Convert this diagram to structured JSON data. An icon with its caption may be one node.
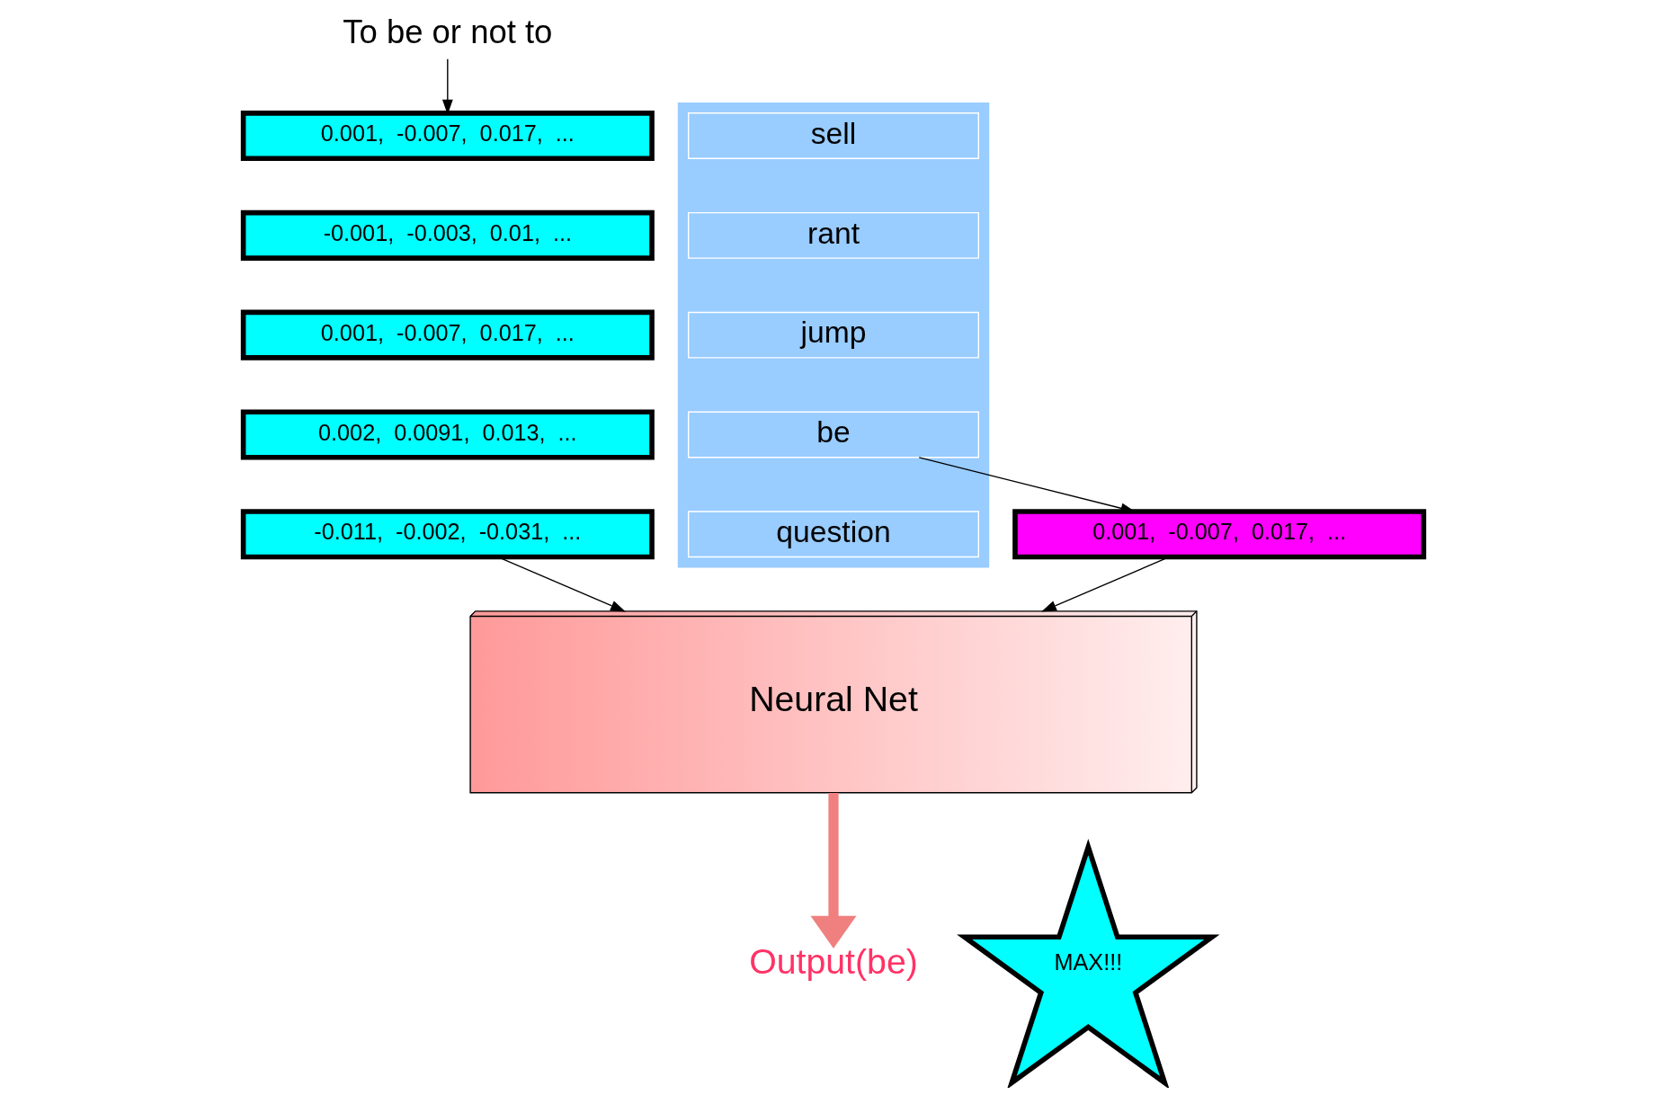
{
  "diagram": {
    "nodes": [
      {
        "text": [
          "To be or not to"
        ]
      },
      {
        "text": [
          "0.001,  -0.007,  0.017,  ..."
        ]
      },
      {
        "text": [
          "-0.001,  -0.003,  0.01,  ..."
        ]
      },
      {
        "text": [
          "0.001,  -0.007,  0.017,  ..."
        ]
      },
      {
        "text": [
          "0.002,  0.0091,  0.013,  ..."
        ]
      },
      {
        "text": [
          "-0.011,  -0.002,  -0.031,  ..."
        ]
      },
      {
        "text": [
          "0.001,  -0.007,  0.017,  ..."
        ]
      },
      {
        "text": [],
        "shape": "box"
      },
      {
        "text": [
          "sell"
        ],
        "in": 7
      },
      {
        "text": [
          "rant"
        ],
        "in": 7
      },
      {
        "text": [
          "jump"
        ],
        "in": 7
      },
      {
        "text": [
          "be"
        ],
        "in": 7
      },
      {
        "text": [
          "question"
        ],
        "in": 7
      },
      {
        "text": [
          "Neural Net"
        ]
      },
      {
        "text": [
          "Output(be)"
        ]
      },
      {
        "text": [
          "MAX!!!"
        ]
      }
    ],
    "edges": [
      {
        "from": 0,
        "to": 1,
        "arrow": "to"
      },
      {
        "from": 11,
        "to": 6,
        "arrow": "to"
      },
      {
        "from": 5,
        "to": 13,
        "arrow": "to"
      },
      {
        "from": 6,
        "to": 13,
        "arrow": "to"
      },
      {
        "from": 13,
        "to": 14,
        "arrow": "to",
        "style": "thick",
        "color": "#f08080"
      }
    ]
  }
}
